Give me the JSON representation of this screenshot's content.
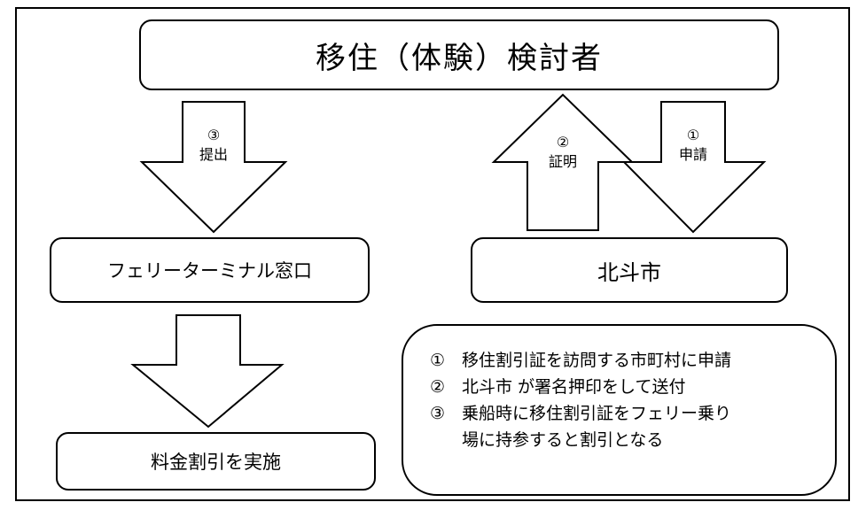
{
  "top_box": {
    "label": "移住（体験）検討者"
  },
  "ferry_box": {
    "label": "フェリーターミナル窓口"
  },
  "hokuto_box": {
    "label": "北斗市"
  },
  "discount_box": {
    "label": "料金割引を実施"
  },
  "arrows": {
    "submit": {
      "number": "③",
      "label": "提出"
    },
    "certify": {
      "number": "②",
      "label": "証明"
    },
    "apply": {
      "number": "①",
      "label": "申請"
    }
  },
  "legend": {
    "items": [
      {
        "num": "①",
        "text": "移住割引証を訪問する市町村に申請"
      },
      {
        "num": "②",
        "text": "北斗市 が署名押印をして送付"
      },
      {
        "num": "③",
        "text": "乗船時に移住割引証をフェリー乗り"
      }
    ],
    "continuation": "場に持参すると割引となる"
  }
}
